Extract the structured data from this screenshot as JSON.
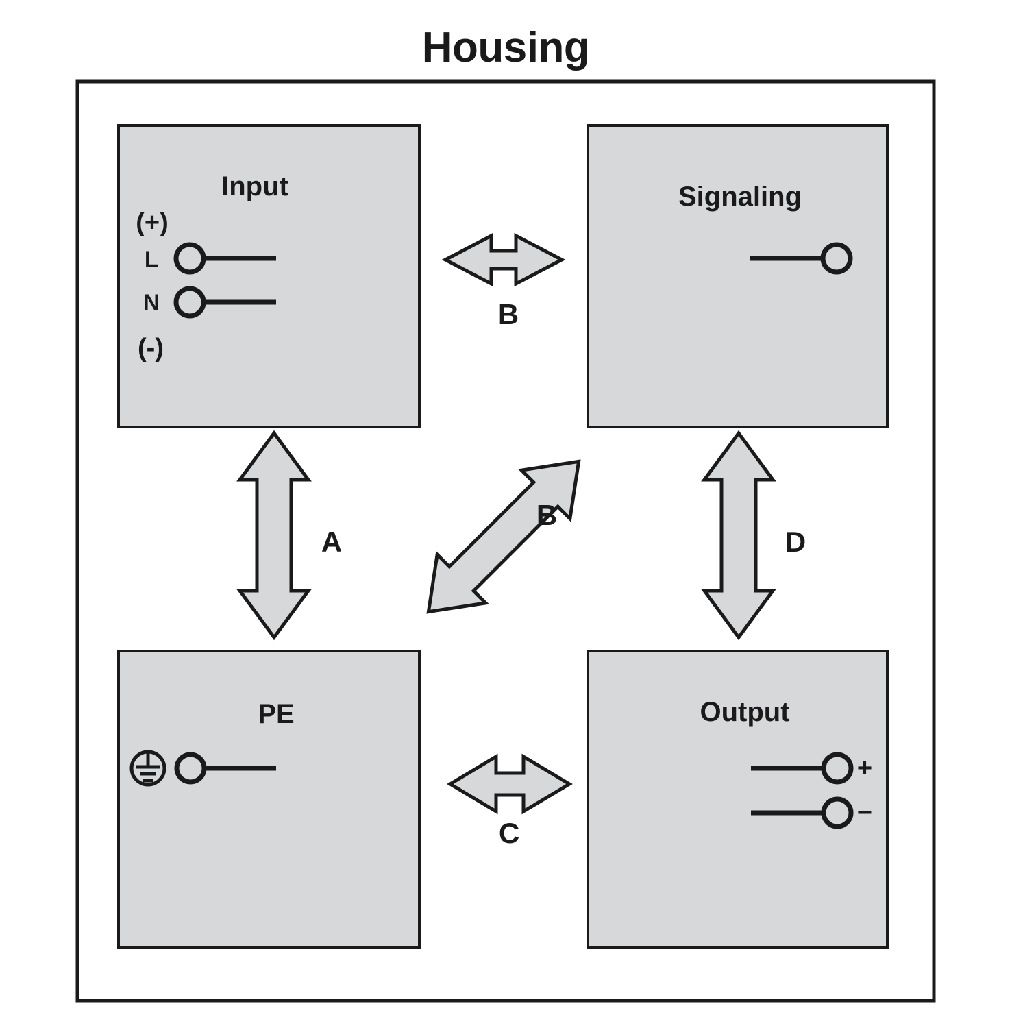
{
  "title": "Housing",
  "colors": {
    "block_fill": "#d7d8da",
    "arrow_fill": "#d7d8da",
    "stroke": "#1a1a1a",
    "background": "#ffffff"
  },
  "blocks": [
    {
      "id": "input",
      "label": "Input",
      "terminals": [
        {
          "name": "L",
          "label": "L"
        },
        {
          "name": "N",
          "label": "N"
        }
      ],
      "polarity_top": "(+)",
      "polarity_bottom": "(-)"
    },
    {
      "id": "signaling",
      "label": "Signaling",
      "terminals": [
        {
          "name": "signal",
          "label": ""
        }
      ]
    },
    {
      "id": "pe",
      "label": "PE",
      "terminals": [
        {
          "name": "earth",
          "label": ""
        }
      ],
      "symbol": "protective-earth"
    },
    {
      "id": "output",
      "label": "Output",
      "terminals": [
        {
          "name": "plus",
          "label": "+"
        },
        {
          "name": "minus",
          "label": "−"
        }
      ]
    }
  ],
  "arrows": [
    {
      "id": "arrow-a",
      "label": "A",
      "from": "input",
      "to": "pe",
      "orientation": "vertical"
    },
    {
      "id": "arrow-b-horizontal",
      "label": "B",
      "from": "input",
      "to": "signaling",
      "orientation": "horizontal"
    },
    {
      "id": "arrow-b-diagonal",
      "label": "B",
      "from": "input",
      "to": "output",
      "orientation": "diagonal"
    },
    {
      "id": "arrow-c",
      "label": "C",
      "from": "pe",
      "to": "output",
      "orientation": "horizontal"
    },
    {
      "id": "arrow-d",
      "label": "D",
      "from": "signaling",
      "to": "output",
      "orientation": "vertical"
    }
  ]
}
